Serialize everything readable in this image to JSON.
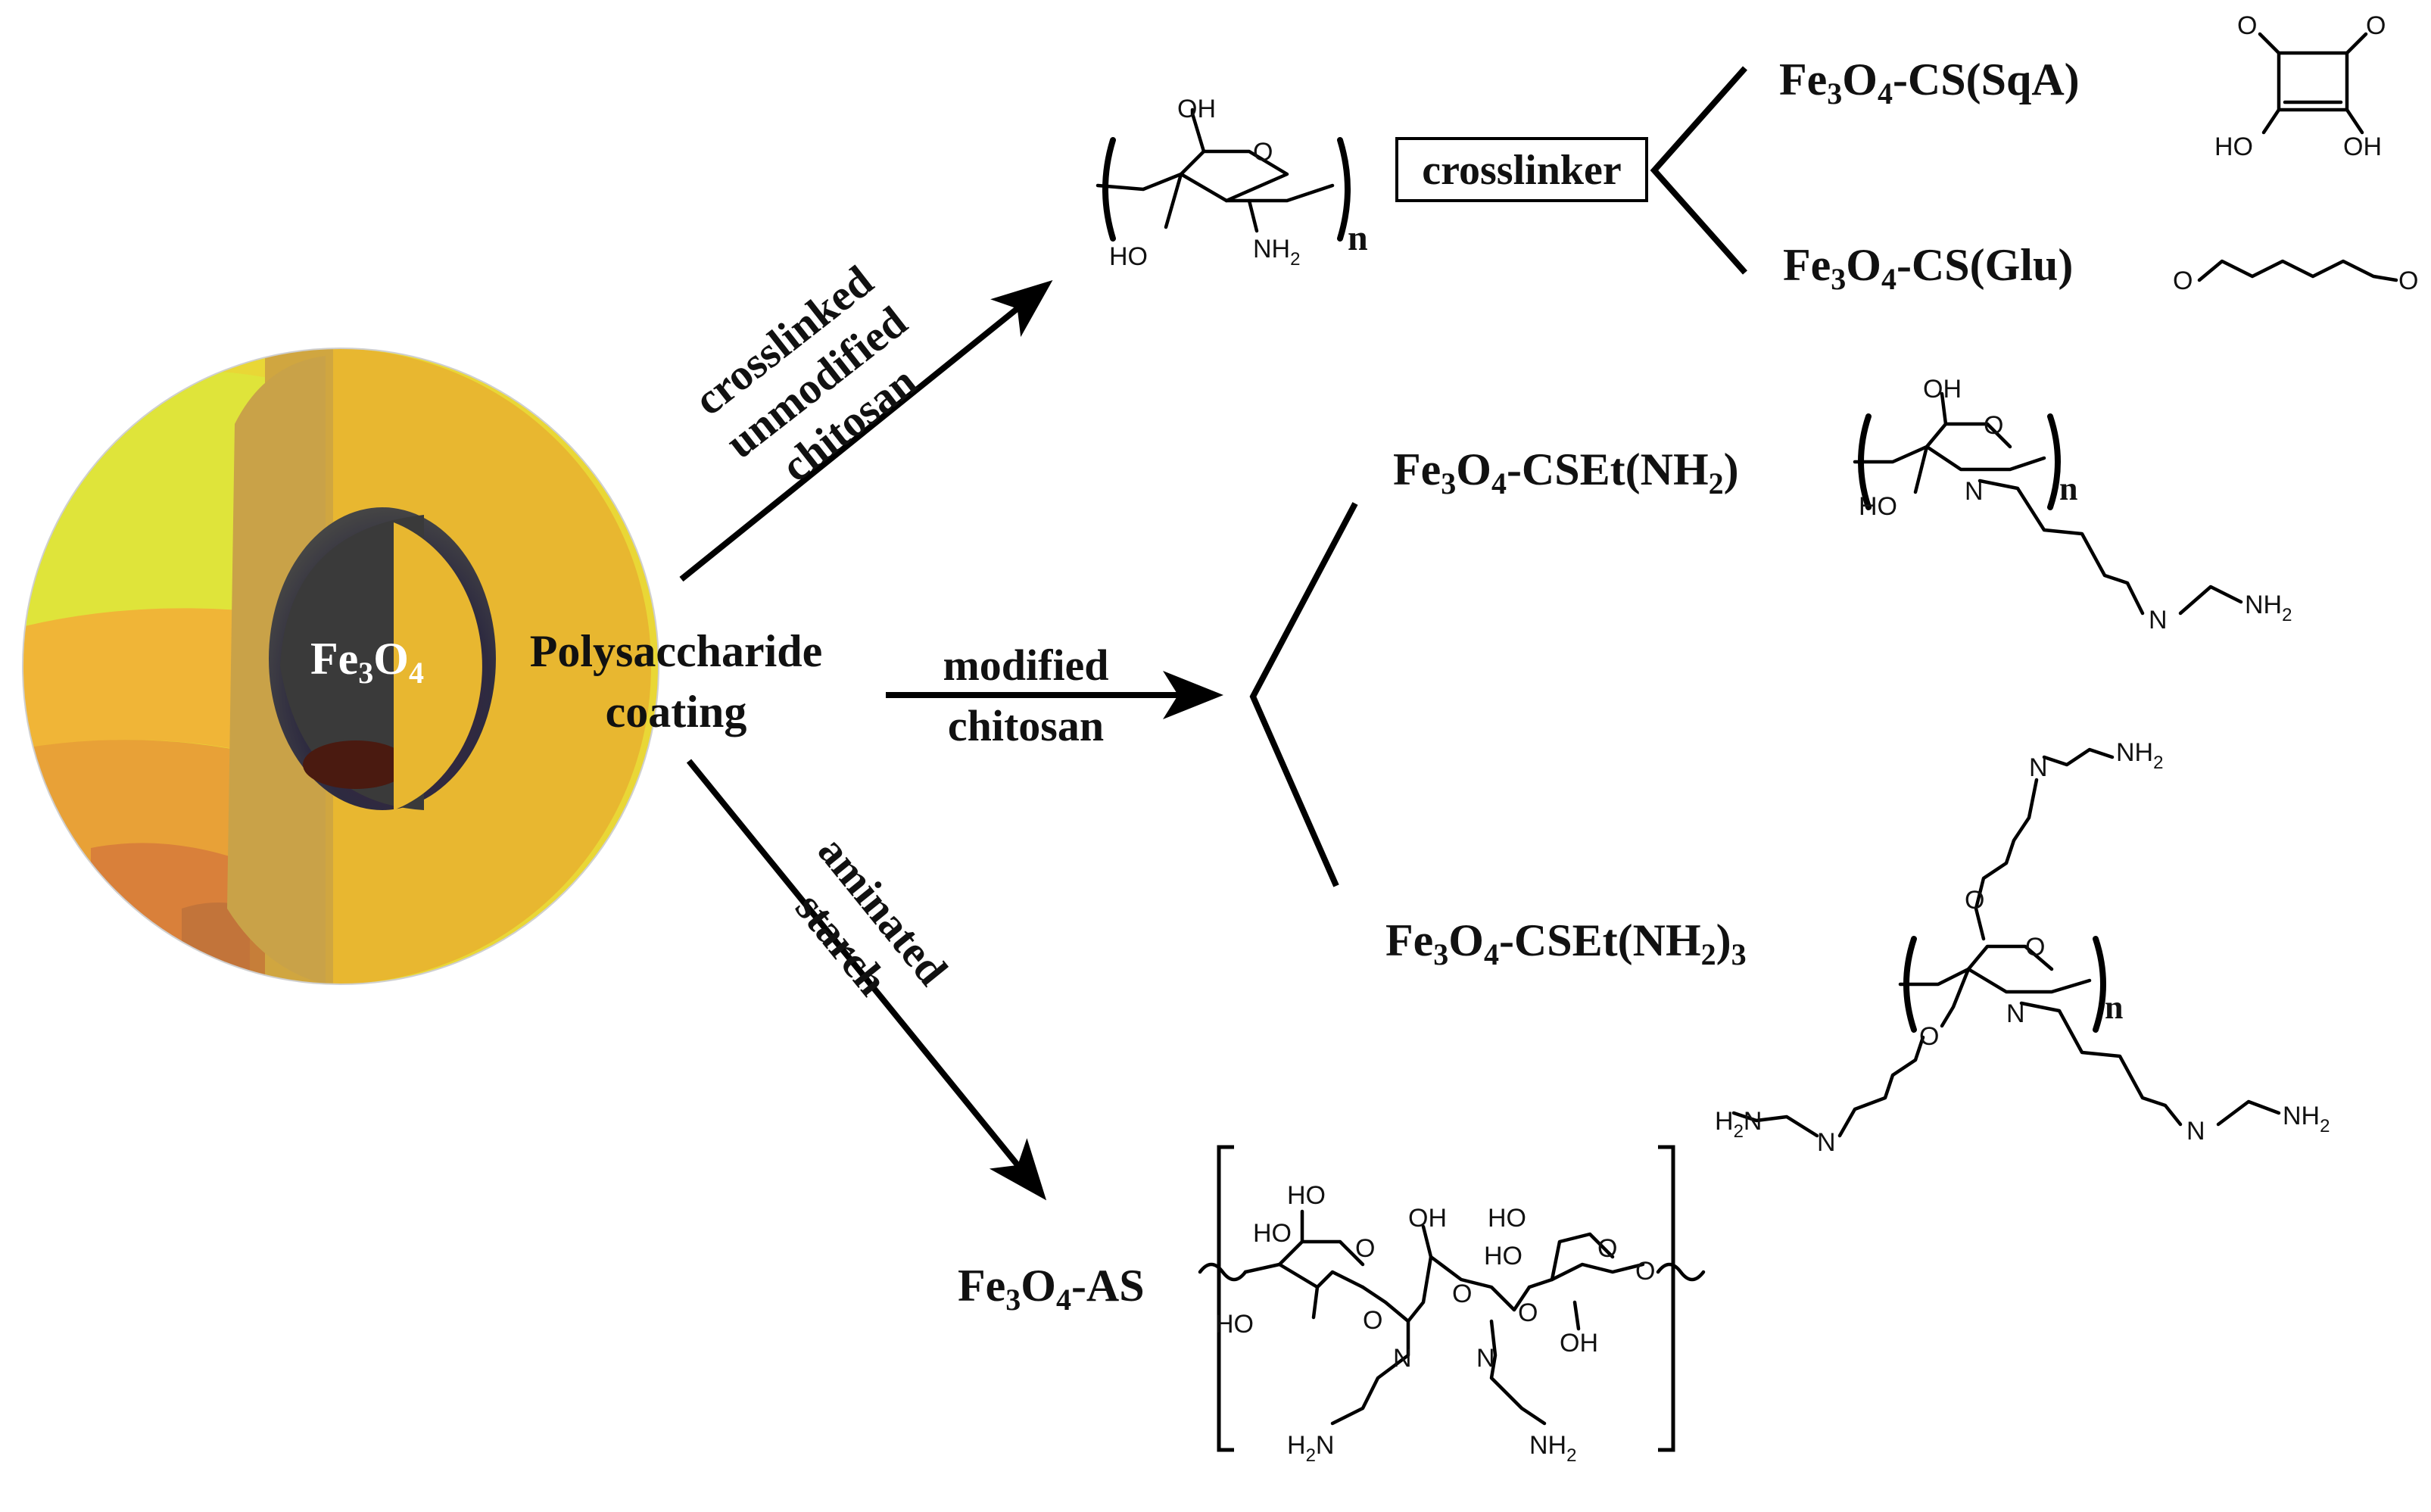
{
  "core": {
    "label_main": "Fe",
    "label_sub1": "3",
    "label_o": "O",
    "label_sub2": "4"
  },
  "coating": {
    "line1": "Polysaccharide",
    "line2": "coating"
  },
  "arrows": {
    "top": [
      "crosslinked",
      "unmodified",
      "chitosan"
    ],
    "middle": [
      "modified",
      "chitosan"
    ],
    "bottom": [
      "aminated",
      "starch"
    ]
  },
  "crosslinker": "crosslinker",
  "products": {
    "sqa": {
      "a": "Fe",
      "s1": "3",
      "b": "O",
      "s2": "4",
      "c": "-CS(SqA)"
    },
    "glu": {
      "a": "Fe",
      "s1": "3",
      "b": "O",
      "s2": "4",
      "c": "-CS(Glu)"
    },
    "cset1": {
      "a": "Fe",
      "s1": "3",
      "b": "O",
      "s2": "4",
      "c": "-CSEt(NH",
      "s3": "2",
      "d": ")"
    },
    "cset3": {
      "a": "Fe",
      "s1": "3",
      "b": "O",
      "s2": "4",
      "c": "-CSEt(NH",
      "s3": "2",
      "d": ")",
      "s4": "3"
    },
    "as": {
      "a": "Fe",
      "s1": "3",
      "b": "O",
      "s2": "4",
      "c": "-AS"
    }
  },
  "chem": {
    "oh": "OH",
    "ho": "HO",
    "o": "O",
    "n": "N",
    "nh": "NH",
    "two": "2",
    "repeat": "n",
    "h2n": "H"
  },
  "colors": {
    "shell": "#e8b730",
    "core": "#3b2a44",
    "outer": "#d8e23a",
    "arrow": "#000000"
  }
}
